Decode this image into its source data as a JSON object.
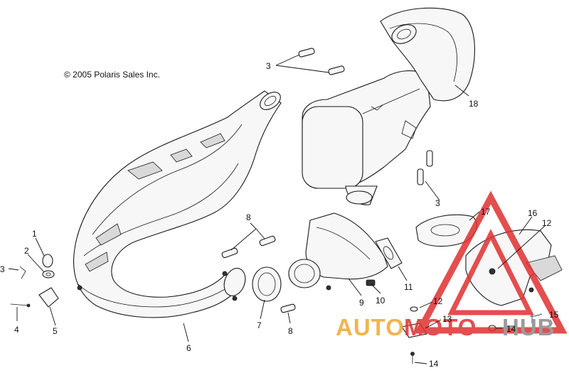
{
  "copyright": "© 2005 Polaris Sales Inc.",
  "callouts": [
    "1",
    "2",
    "3",
    "3",
    "3",
    "4",
    "5",
    "6",
    "7",
    "8",
    "8",
    "9",
    "10",
    "11",
    "12",
    "12",
    "13",
    "14",
    "14",
    "15",
    "16",
    "17",
    "18"
  ],
  "watermark": {
    "part_auto": "AUTO",
    "part_moto": "MOTO",
    "part_hub": "HUB",
    "color_orange": "#f0a830",
    "color_red": "#e03030",
    "color_gray": "#8a8a8a"
  }
}
